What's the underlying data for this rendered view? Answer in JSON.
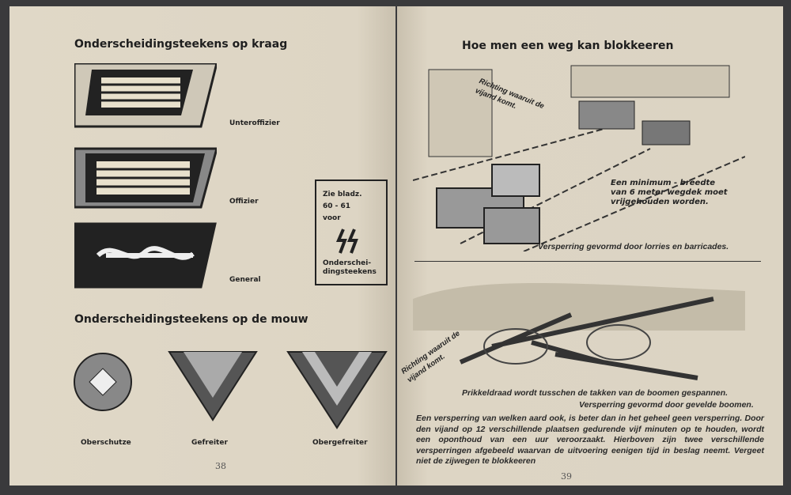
{
  "left_page": {
    "heading_collar": "Onderscheidingsteekens op kraag",
    "collar_ranks": [
      "Unteroffizier",
      "Offizier",
      "General"
    ],
    "reference_box": {
      "line1": "Zie bladz.",
      "line2": "60 - 61",
      "line3": "voor",
      "line4": "Onderschei-",
      "line5": "dingsteekens"
    },
    "heading_sleeve": "Onderscheidingsteekens op de mouw",
    "sleeve_ranks": [
      "Oberschutze",
      "Gefreiter",
      "Obergefreiter"
    ],
    "page_number": "38"
  },
  "right_page": {
    "title": "Hoe men een weg kan blokkeeren",
    "direction_label_1": "Richting waaruit de vijand komt.",
    "width_note": "Een minimum - breedte van 6 meter wegdek moet vrijgehouden worden.",
    "caption_1": "Versperring gevormd door lorries en barricades.",
    "direction_label_2": "Richting waaruit de vijand komt.",
    "caption_wire": "Prikkeldraad wordt tusschen de takken van de boomen gespannen.",
    "caption_2": "Versperring gevormd door gevelde boomen.",
    "body_text": "Een versperring van welken aard ook, is beter dan in het geheel geen versperring. Door den vijand op 12 verschillende plaatsen gedurende vijf minuten op te houden, wordt een oponthoud van een uur veroorzaakt. Hierboven zijn twee verschillende versperringen afgebeeld waarvan de uitvoering eenigen tijd in beslag neemt. Vergeet niet de zijwegen te blokkeeren",
    "page_number": "39"
  }
}
